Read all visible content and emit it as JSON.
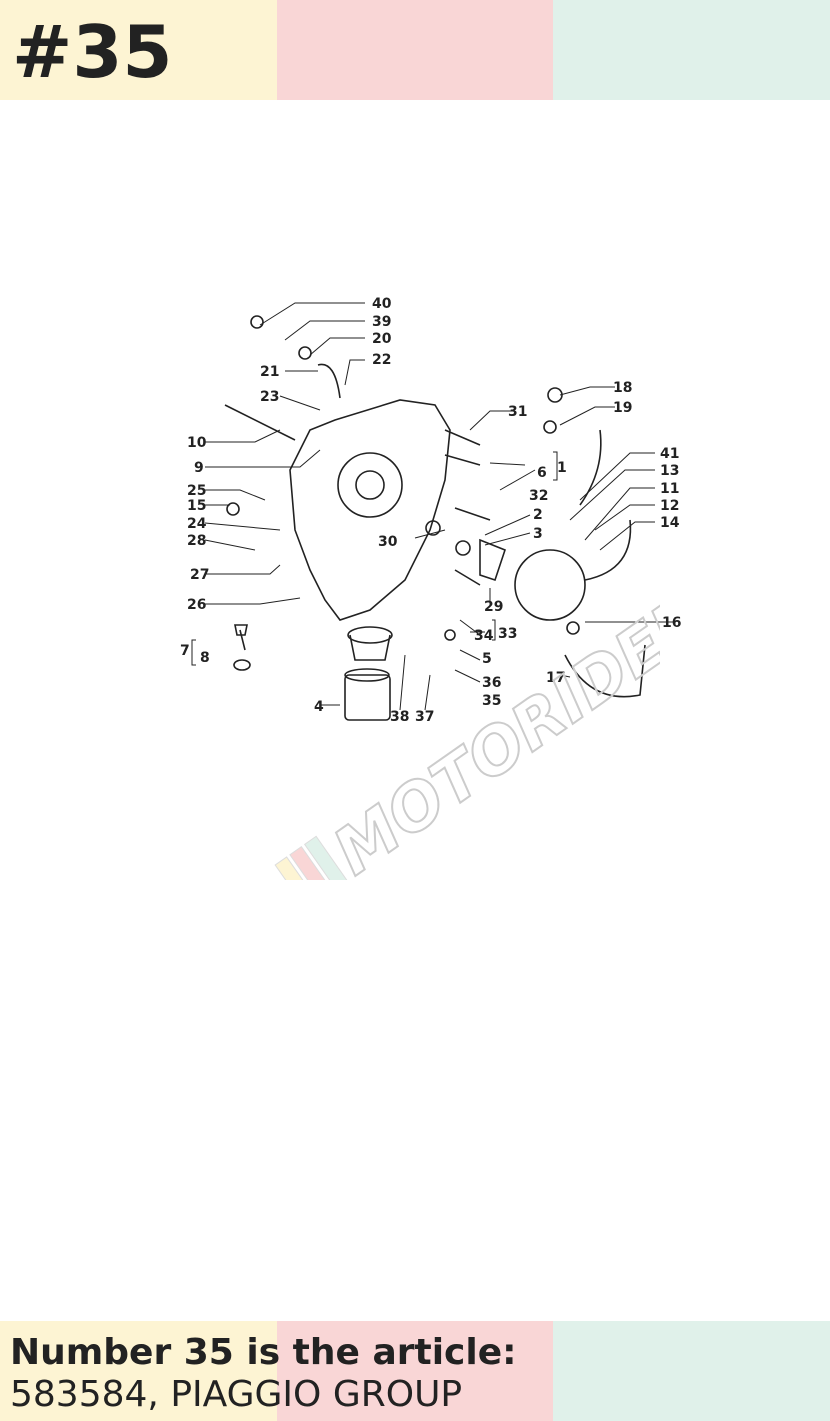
{
  "header": {
    "number_tag": "#35"
  },
  "diagram": {
    "callouts": [
      "1",
      "2",
      "3",
      "4",
      "5",
      "6",
      "7",
      "8",
      "9",
      "10",
      "11",
      "12",
      "13",
      "14",
      "15",
      "16",
      "17",
      "18",
      "19",
      "20",
      "21",
      "22",
      "23",
      "24",
      "25",
      "26",
      "27",
      "28",
      "29",
      "30",
      "31",
      "32",
      "33",
      "34",
      "35",
      "36",
      "37",
      "38",
      "39",
      "40",
      "41"
    ]
  },
  "watermark": {
    "text": "MOTORIDER"
  },
  "footer": {
    "line1": "Number 35 is the article:",
    "line2": "583584, PIAGGIO GROUP"
  },
  "colors": {
    "band_yellow": "#fdf4d3",
    "band_pink": "#f9d6d6",
    "band_green": "#e0f1ea",
    "text": "#222222"
  }
}
